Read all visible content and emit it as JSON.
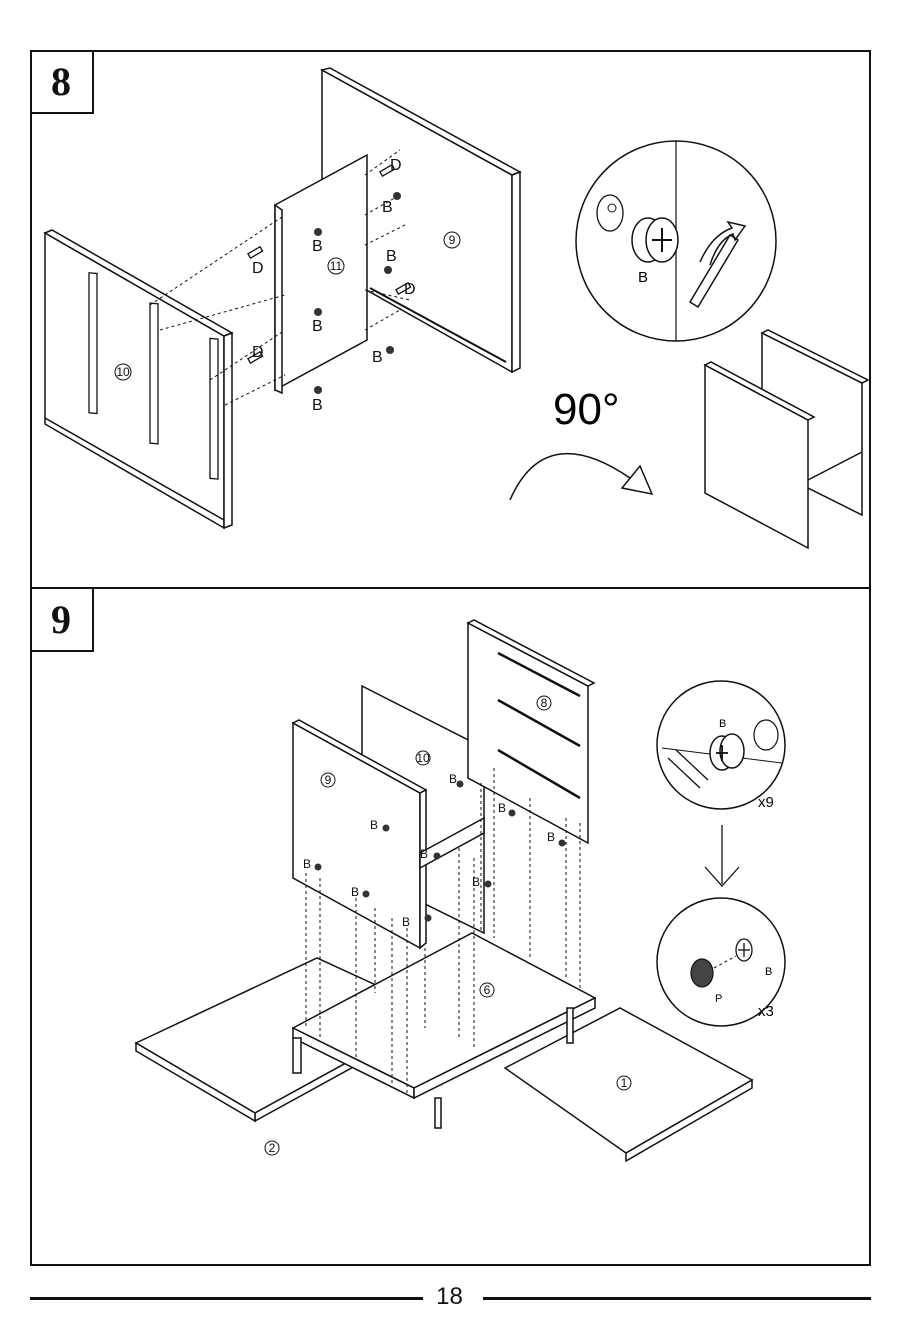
{
  "step8": {
    "number": "8",
    "panels": {
      "left": "10",
      "middle": "11",
      "right": "9"
    },
    "parts": {
      "dowel": "D",
      "cam": "B"
    },
    "rotation": "90°",
    "detail_label": "B"
  },
  "step9": {
    "number": "9",
    "panels": {
      "front_left": "9",
      "back": "10",
      "right": "8",
      "top": "6",
      "bottom_right": "1",
      "bottom_left": "2"
    },
    "parts": {
      "cam": "B",
      "cap": "P"
    },
    "detail1": {
      "label": "B",
      "count": "x9"
    },
    "detail2": {
      "label_b": "B",
      "label_p": "P",
      "count": "x3"
    }
  },
  "page": {
    "number": "18"
  }
}
